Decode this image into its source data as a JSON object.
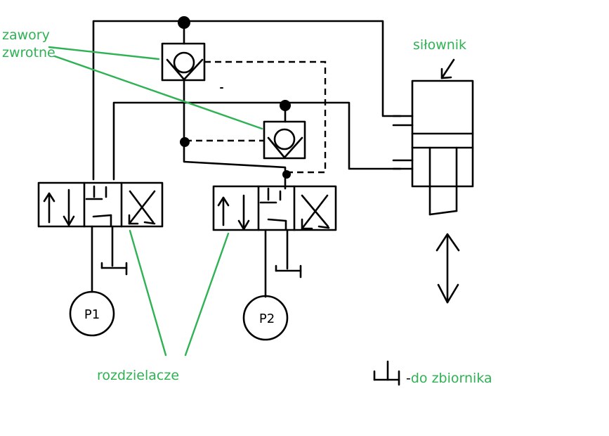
{
  "labels": {
    "check_valves_line1": "zawory",
    "check_valves_line2": "zwrotne",
    "actuator": "siłownik",
    "directional_valves": "rozdzielacze",
    "to_tank": "-do zbiornika",
    "pump_1": "P1",
    "pump_2": "P2"
  },
  "colors": {
    "label": "#2eb253",
    "lines": "#000000",
    "background": "#ffffff"
  }
}
